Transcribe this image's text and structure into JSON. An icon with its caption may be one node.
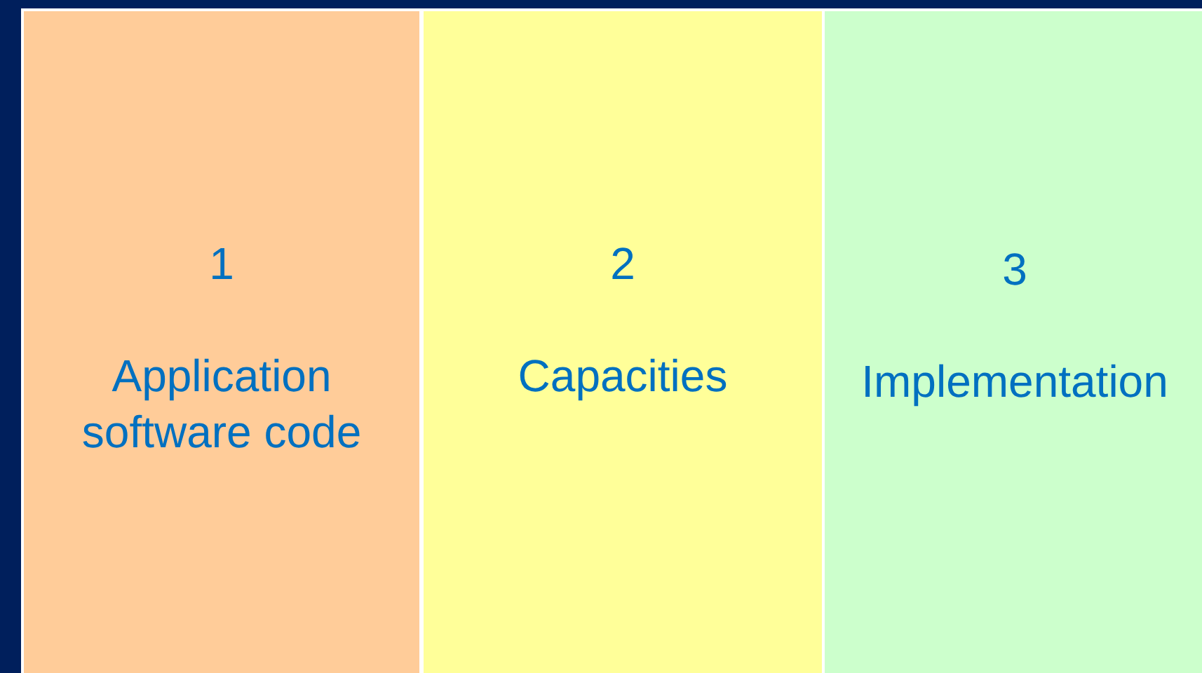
{
  "diagram": {
    "nodes": [
      {
        "text": [
          "1",
          "Application software code"
        ]
      },
      {
        "text": [
          "2",
          "Capacities"
        ]
      },
      {
        "text": [
          "3",
          "Implementation"
        ]
      }
    ]
  }
}
